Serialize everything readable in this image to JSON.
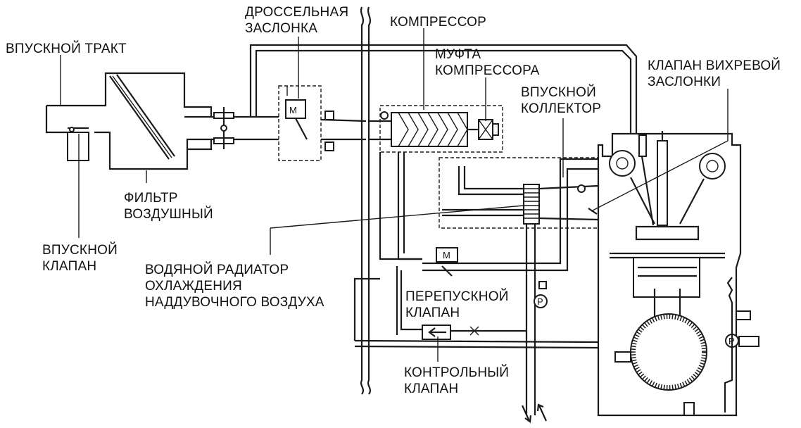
{
  "labels": {
    "intake_tract": "ВПУСКНОЙ ТРАКТ",
    "throttle_1": "ДРОССЕЛЬНАЯ",
    "throttle_2": "ЗАСЛОНКА",
    "compressor": "КОМПРЕССОР",
    "clutch_1": "МУФТА",
    "clutch_2": "КОМПРЕССОРА",
    "swirl_1": "КЛАПАН ВИХРЕВОЙ",
    "swirl_2": "ЗАСЛОНКИ",
    "manifold_1": "ВПУСКНОЙ",
    "manifold_2": "КОЛЛЕКТОР",
    "filter_1": "ФИЛЬТР",
    "filter_2": "ВОЗДУШНЫЙ",
    "intake_valve_1": "ВПУСКНОЙ",
    "intake_valve_2": "КЛАПАН",
    "intercooler_1": "ВОДЯНОЙ РАДИАТОР",
    "intercooler_2": "ОХЛАЖДЕНИЯ",
    "intercooler_3": "НАДДУВОЧНОГО ВОЗДУХА",
    "bypass_1": "ПЕРЕПУСКНОЙ",
    "bypass_2": "КЛАПАН",
    "check_1": "КОНТРОЛЬНЫЙ",
    "check_2": "КЛАПАН"
  },
  "symbols": {
    "motor_throttle": "M",
    "motor_bypass": "M",
    "pressure_1": "P",
    "pressure_2": "P"
  }
}
